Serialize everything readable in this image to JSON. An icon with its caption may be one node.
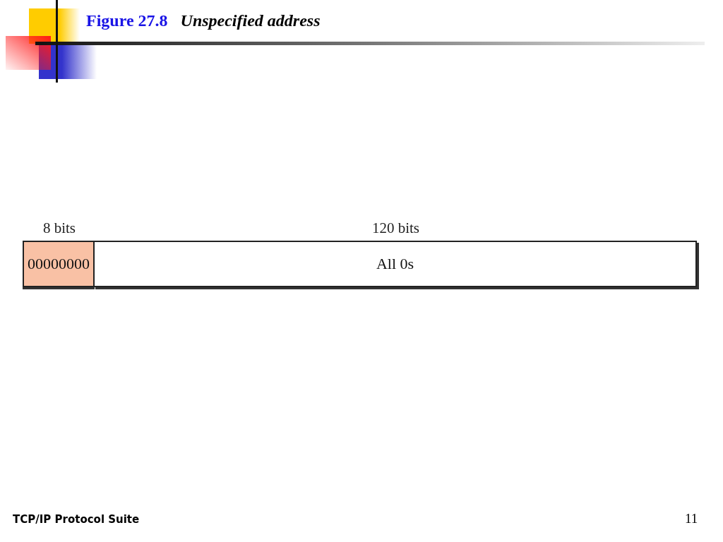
{
  "diagram": {
    "title": "Figure 27.8 *Unspecified address*",
    "nodes": [
      {
        "text": [
          "00000000"
        ],
        "beside": [
          "8 bits"
        ]
      },
      {
        "text": [
          "All 0s"
        ],
        "beside": [
          "120 bits"
        ]
      }
    ],
    "labels": [
      "TCP/IP Protocol Suite",
      "11"
    ]
  }
}
